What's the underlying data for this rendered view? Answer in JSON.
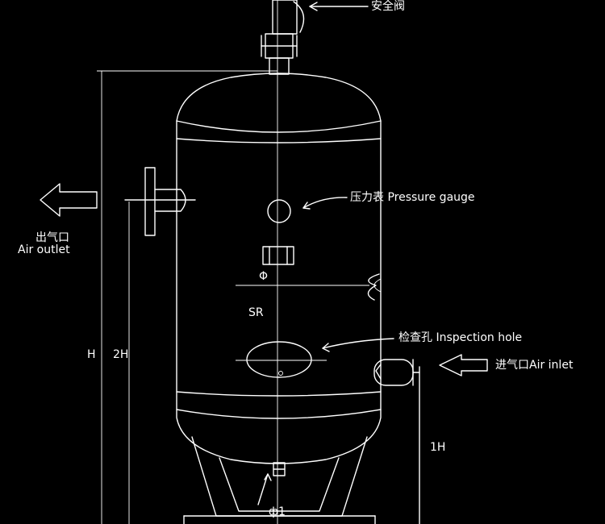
{
  "labels": {
    "safety_valve": "安全阀",
    "pressure_gauge": "压力表 Pressure gauge",
    "air_outlet_cn": "出气口",
    "air_outlet_en": "Air outlet",
    "inspection_hole": "检查孔 Inspection hole",
    "air_inlet": "进气口Air inlet",
    "phi": "Φ",
    "sr": "SR",
    "h": "H",
    "h2": "2H",
    "h1": "1H",
    "phi1": "ф1"
  },
  "colors": {
    "background": "#000000",
    "line": "#ffffff"
  }
}
